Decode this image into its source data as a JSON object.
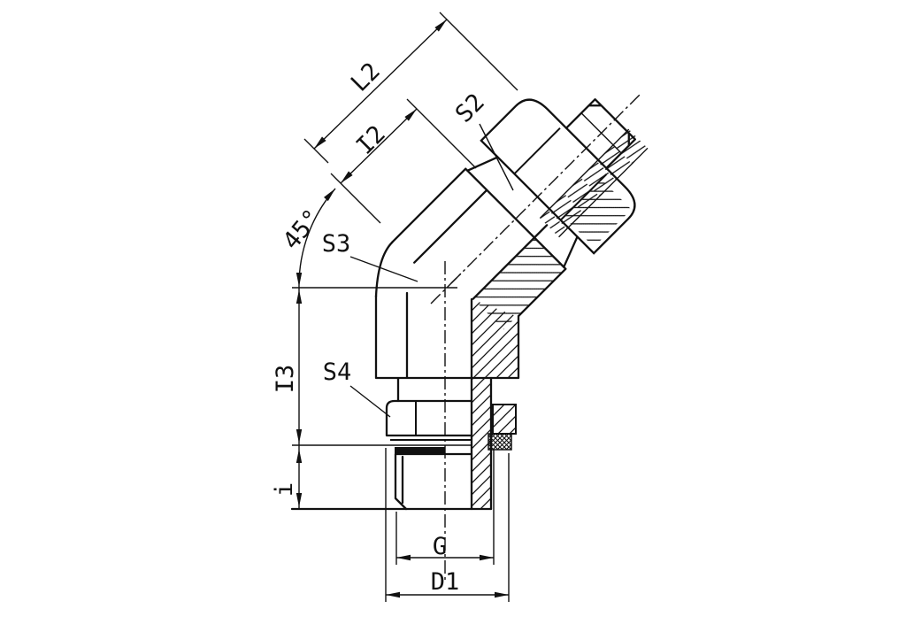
{
  "drawing": {
    "title": "45° adjustable stud elbow fitting — dimensioned half-section technical drawing",
    "background_color": "#ffffff",
    "line_color": "#111111",
    "labels": {
      "L2": "L2",
      "I2": "I2",
      "S2": "S2",
      "angle": "45°",
      "S3": "S3",
      "S4": "S4",
      "I3": "I3",
      "i": "i",
      "G": "G",
      "D1": "D1"
    },
    "annotations": [
      {
        "id": "L2",
        "type": "linear-dimension",
        "orientation": "45° along elbow arm",
        "measures": "overall length of angled arm"
      },
      {
        "id": "I2",
        "type": "linear-dimension",
        "orientation": "45° along elbow arm",
        "measures": "thread/arm length to nut face"
      },
      {
        "id": "S2",
        "type": "leader",
        "target": "swivel nut across flats"
      },
      {
        "id": "45°",
        "type": "angular-dimension",
        "value": "45°",
        "between": "horizontal reference plane and arm axis"
      },
      {
        "id": "S3",
        "type": "leader",
        "target": "elbow body across flats"
      },
      {
        "id": "S4",
        "type": "leader",
        "target": "locknut across flats"
      },
      {
        "id": "I3",
        "type": "linear-dimension",
        "orientation": "vertical",
        "measures": "body length above locknut plane"
      },
      {
        "id": "i",
        "type": "linear-dimension",
        "orientation": "vertical",
        "measures": "stud thread length"
      },
      {
        "id": "G",
        "type": "linear-dimension",
        "orientation": "horizontal",
        "measures": "stud thread size"
      },
      {
        "id": "D1",
        "type": "linear-dimension",
        "orientation": "horizontal",
        "measures": "washer / locknut outer diameter"
      }
    ],
    "view": "single orthographic view, right half in section (hatched), dash-dot centerlines"
  }
}
